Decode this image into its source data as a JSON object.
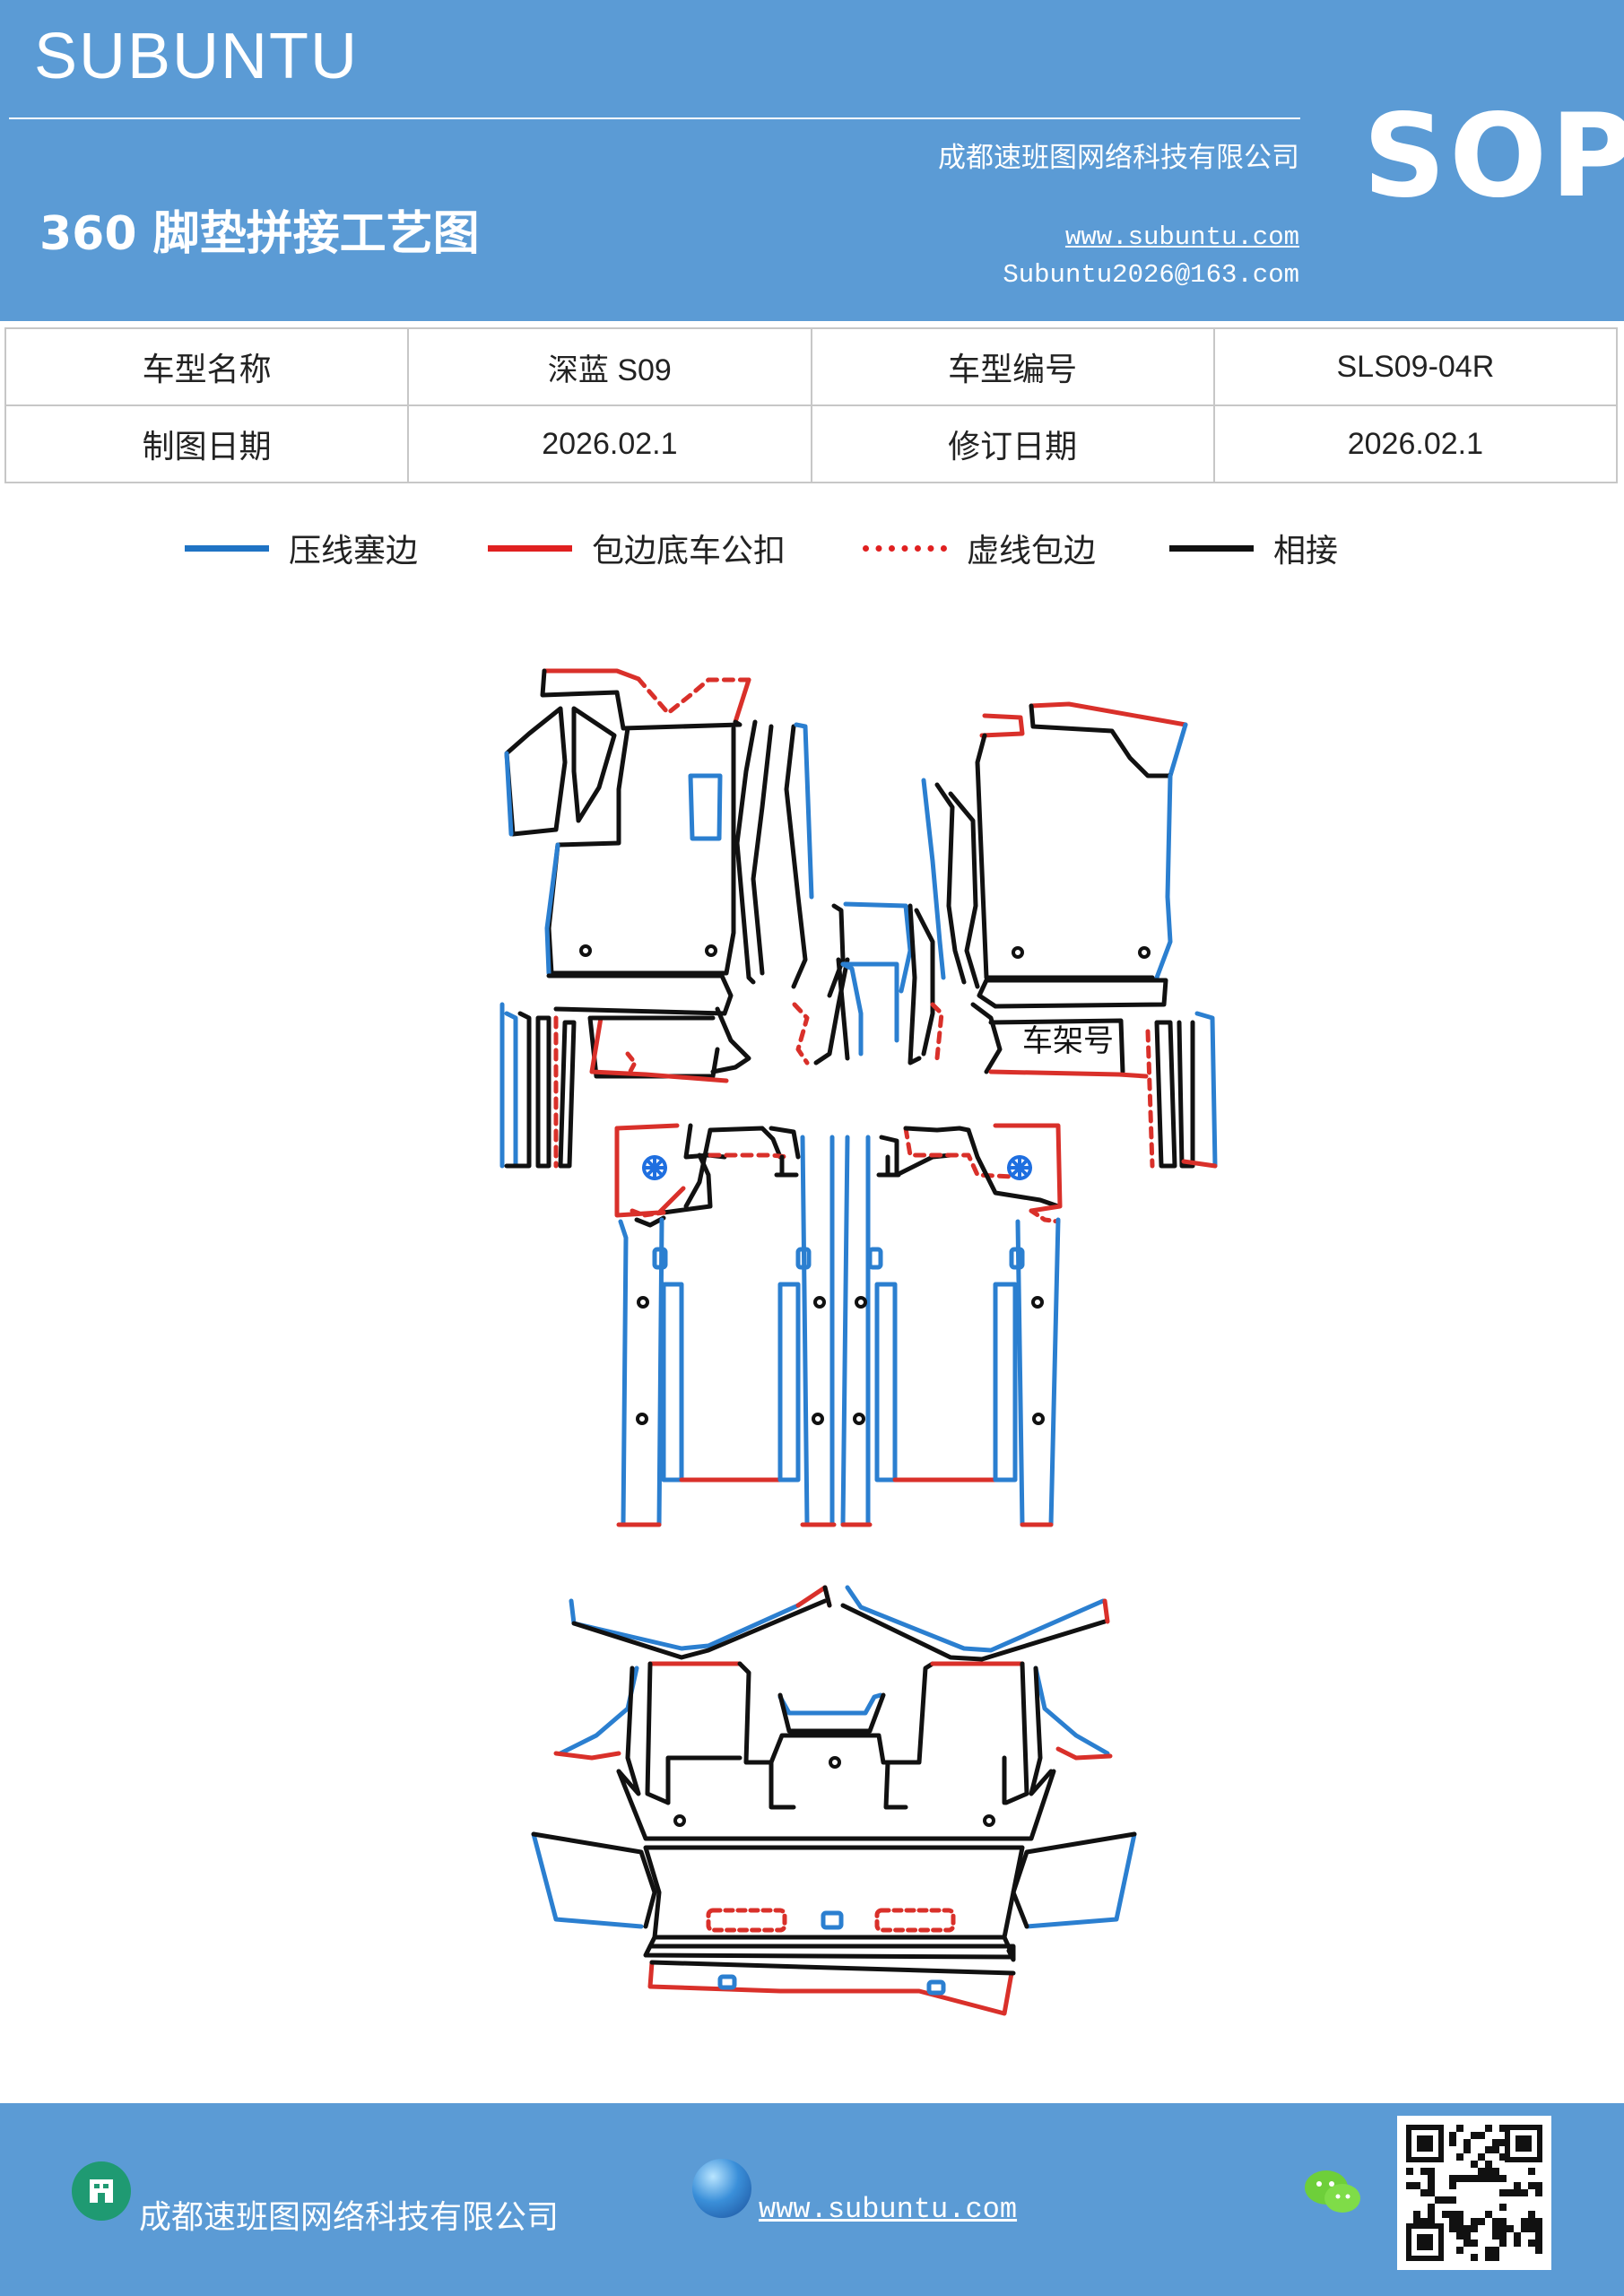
{
  "header": {
    "brand": "SUBUNTU",
    "company": "成都速班图网络科技有限公司",
    "title": "360 脚垫拼接工艺图",
    "website": "www.subuntu.com",
    "email": "Subuntu2026@163.com",
    "badge": "SOP"
  },
  "info_table": {
    "row1": {
      "label1": "车型名称",
      "value1": "深蓝 S09",
      "label2": "车型编号",
      "value2": "SLS09-04R"
    },
    "row2": {
      "label1": "制图日期",
      "value1": "2026.02.1",
      "label2": "修订日期",
      "value2": "2026.02.1"
    }
  },
  "legend": [
    {
      "label": "压线塞边",
      "color": "#1f73c4",
      "style": "solid"
    },
    {
      "label": "包边底车公扣",
      "color": "#e02020",
      "style": "solid"
    },
    {
      "label": "虚线包边",
      "color": "#e02020",
      "style": "dashed"
    },
    {
      "label": "相接",
      "color": "#111111",
      "style": "solid"
    }
  ],
  "diagram": {
    "vin_label": "车架号",
    "colors": {
      "press": "#2b7fd0",
      "edge": "#d9302a",
      "join": "#111111",
      "clip": "#1f6fe0"
    }
  },
  "footer": {
    "company": "成都速班图网络科技有限公司",
    "website": "www.subuntu.com",
    "icons": [
      "building-icon",
      "globe-icon",
      "wechat-icon",
      "qr-code"
    ]
  }
}
